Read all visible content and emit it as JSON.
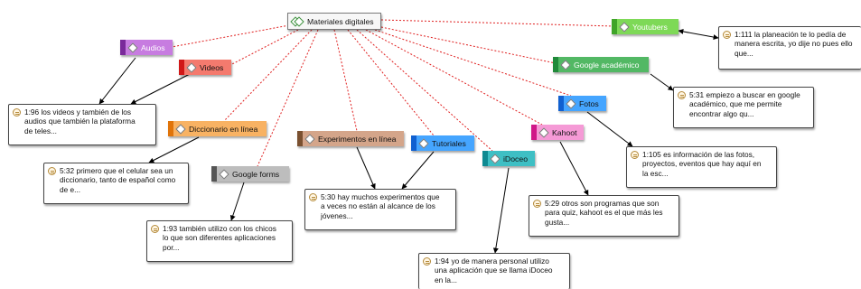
{
  "root": {
    "label": "Materiales digitales"
  },
  "codes": [
    {
      "id": "youtubers",
      "label": "Youtubers",
      "bar": "#3fa428",
      "fill": "#7ed957",
      "text": "#ffffff"
    },
    {
      "id": "audios",
      "label": "Audios",
      "bar": "#7a2a9a",
      "fill": "#c77ce0",
      "text": "#ffffff"
    },
    {
      "id": "videos",
      "label": "Videos",
      "bar": "#d01818",
      "fill": "#f47a6e",
      "text": "#111111"
    },
    {
      "id": "google-academico",
      "label": "Google académico",
      "bar": "#208a3a",
      "fill": "#52b864",
      "text": "#ffffff"
    },
    {
      "id": "fotos",
      "label": "Fotos",
      "bar": "#1060d0",
      "fill": "#45a5ff",
      "text": "#111111"
    },
    {
      "id": "diccionario",
      "label": "Diccionario en línea",
      "bar": "#e0740a",
      "fill": "#f8b263",
      "text": "#111111"
    },
    {
      "id": "experimentos",
      "label": "Experimentos en línea",
      "bar": "#7a5030",
      "fill": "#d4a58a",
      "text": "#111111"
    },
    {
      "id": "tutoriales",
      "label": "Tutoriales",
      "bar": "#1060d0",
      "fill": "#45a5ff",
      "text": "#111111"
    },
    {
      "id": "kahoot",
      "label": "Kahoot",
      "bar": "#d01888",
      "fill": "#f59ad6",
      "text": "#111111"
    },
    {
      "id": "idoceo",
      "label": "iDoceo",
      "bar": "#0e8a92",
      "fill": "#3ebfc4",
      "text": "#111111"
    },
    {
      "id": "google-forms",
      "label": "Google forms",
      "bar": "#555555",
      "fill": "#bdbdbd",
      "text": "#111111"
    }
  ],
  "quotes": [
    {
      "id": "q-youtubers",
      "lines": [
        "1:111 la planeación te lo pedía de",
        "manera escrita, yo dije no pues ello",
        "que..."
      ]
    },
    {
      "id": "q-audios-videos",
      "lines": [
        "1:96 los videos y también de los",
        "audios  que también la plataforma",
        "de teles..."
      ]
    },
    {
      "id": "q-google-academico",
      "lines": [
        "5:31 empiezo a buscar en google",
        "académico, que me permite",
        "encontrar algo qu..."
      ]
    },
    {
      "id": "q-fotos",
      "lines": [
        "1:105 es información de las fotos,",
        "proyectos, eventos que hay aquí en",
        "la esc..."
      ]
    },
    {
      "id": "q-diccionario",
      "lines": [
        "5:32 primero que el celular sea  un",
        "diccionario, tanto de español como",
        "de e..."
      ]
    },
    {
      "id": "q-experimentos",
      "lines": [
        "5:30 hay muchos experimentos que",
        "a veces no están al alcance de los",
        "jóvenes..."
      ]
    },
    {
      "id": "q-kahoot",
      "lines": [
        "5:29 otros son programas que son",
        "para quiz, kahoot es el que más les",
        "gusta..."
      ]
    },
    {
      "id": "q-google-forms",
      "lines": [
        "1:93 también utilizo con los chicos",
        "lo que son diferentes aplicaciones",
        "por..."
      ]
    },
    {
      "id": "q-idoceo",
      "lines": [
        "1:94 yo de manera personal utilizo",
        "una aplicación que se llama iDoceo",
        "en la..."
      ]
    }
  ]
}
